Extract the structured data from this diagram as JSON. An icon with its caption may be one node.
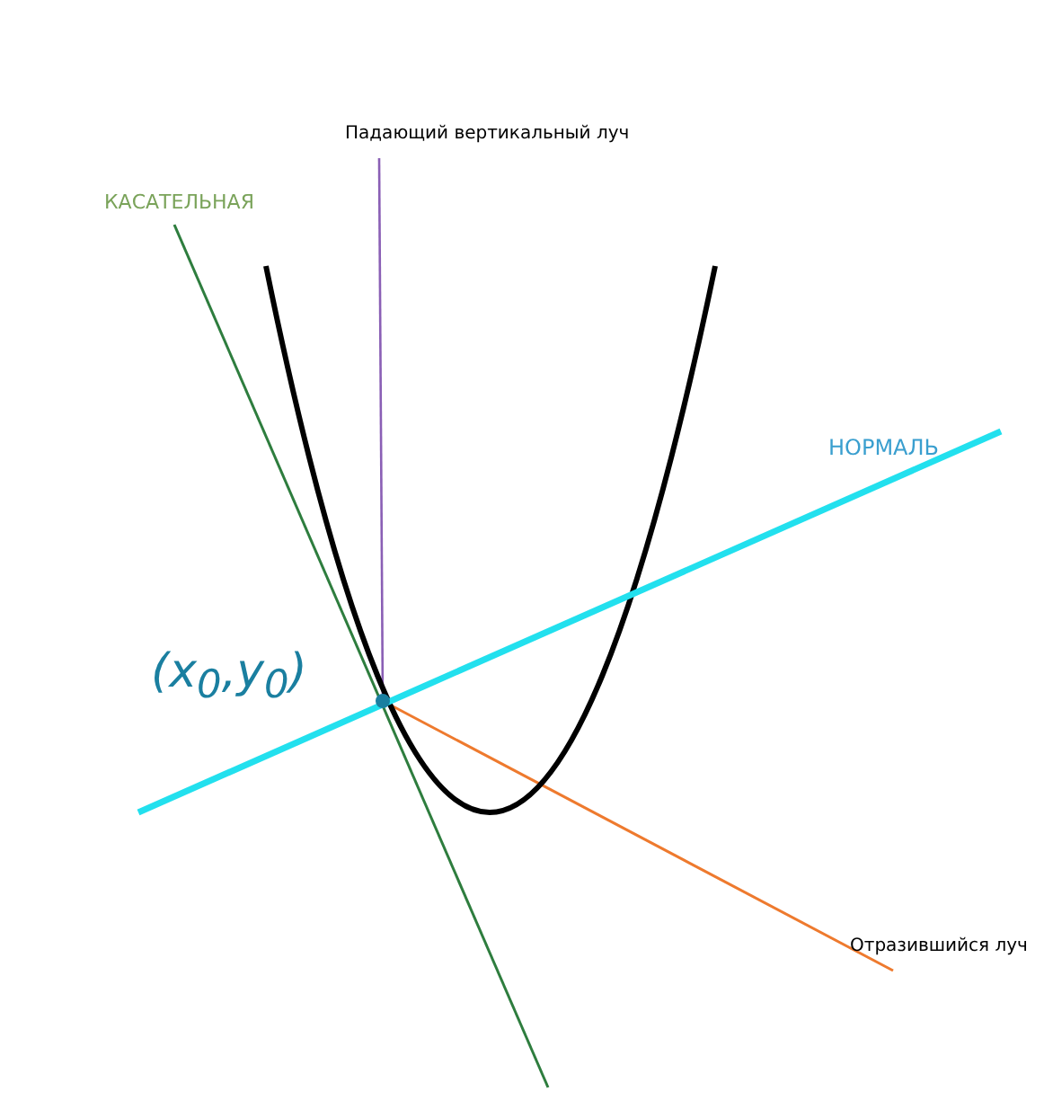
{
  "diagram": {
    "labels": [
      "Падающий вертикальный луч",
      "КАСАТЕЛЬНАЯ",
      "НОРМАЛЬ",
      "(x$_{0}$,y$_{0}$)",
      "Отразившийся луч"
    ]
  }
}
